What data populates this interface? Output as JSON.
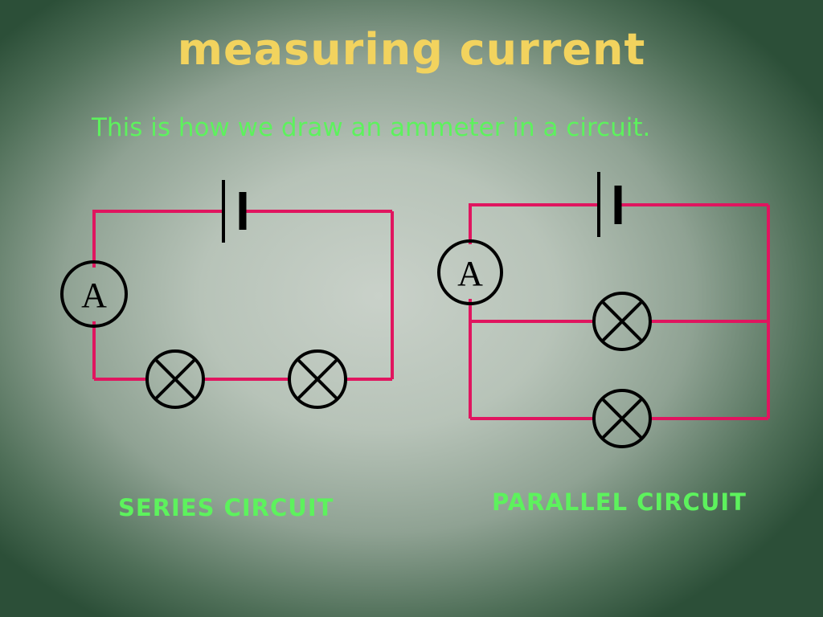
{
  "slide": {
    "title": "measuring current",
    "subtitle": "This is how we draw an ammeter in a circuit.",
    "series_caption": "SERIES CIRCUIT",
    "parallel_caption": "PARALLEL CIRCUIT",
    "ammeter_symbol": "A"
  },
  "colors": {
    "title": "#f2d35e",
    "text": "#5df25d",
    "wire": "#e0155f",
    "symbol": "#000000"
  }
}
